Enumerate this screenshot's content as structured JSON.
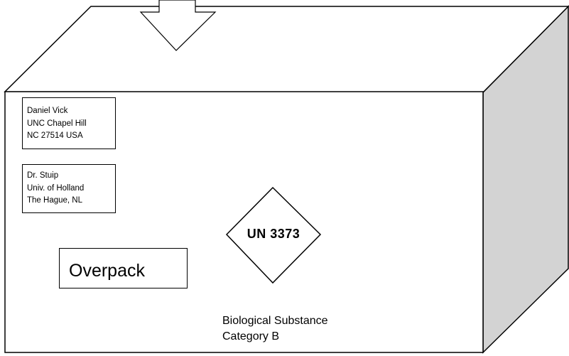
{
  "sender": {
    "lines": [
      "Daniel Vick",
      "UNC Chapel Hill",
      "NC 27514 USA"
    ]
  },
  "recipient": {
    "lines": [
      "Dr. Stuip",
      "Univ. of Holland",
      "The Hague, NL"
    ]
  },
  "overpack_label": "Overpack",
  "un_marking": "UN 3373",
  "substance_label": {
    "line1": "Biological Substance",
    "line2": "Category B"
  },
  "colors": {
    "outline": "#000000",
    "side_face": "#d3d3d3",
    "background": "#ffffff"
  }
}
